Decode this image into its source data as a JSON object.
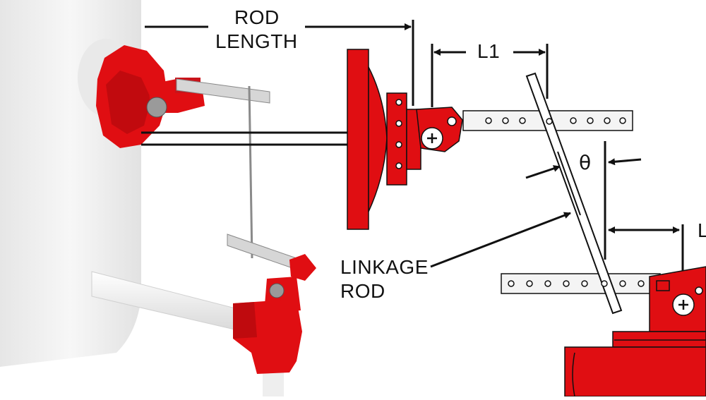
{
  "labels": {
    "rod_length_line1": "ROD",
    "rod_length_line2": "LENGTH",
    "l1": "L1",
    "theta": "θ",
    "linkage_rod_line1": "LINKAGE",
    "linkage_rod_line2": "ROD",
    "cut_off_label": "L"
  },
  "colors": {
    "valve_red": "#e00e12",
    "valve_red_dark": "#a8080b",
    "tank_white": "#f2f2f2",
    "metal": "#c8c8c8",
    "line": "#111111"
  }
}
